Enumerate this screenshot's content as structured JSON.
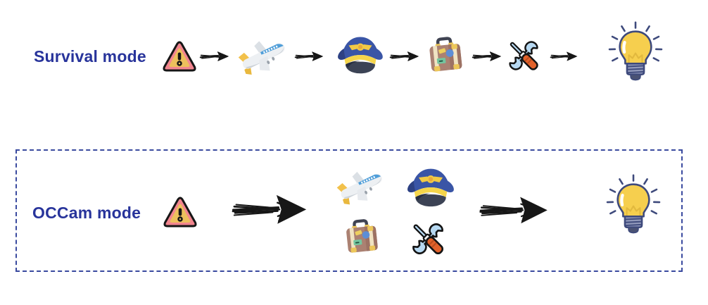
{
  "rows": [
    {
      "id": "survival-mode",
      "label": "Survival mode",
      "boxed": false,
      "sequence": [
        "warning-icon",
        "sketch-arrow-icon",
        "airplane-icon",
        "sketch-arrow-icon",
        "pilot-cap-icon",
        "sketch-arrow-icon",
        "suitcase-icon",
        "sketch-arrow-icon",
        "tools-icon",
        "sketch-arrow-icon",
        "lightbulb-icon"
      ]
    },
    {
      "id": "occam-mode",
      "label": "OCCam mode",
      "boxed": true,
      "sequence": [
        "warning-icon",
        "big-sketch-arrow-icon",
        "icon-cluster",
        "big-sketch-arrow-icon",
        "lightbulb-icon"
      ],
      "cluster": [
        "airplane-icon",
        "pilot-cap-icon",
        "suitcase-icon",
        "tools-icon"
      ]
    }
  ],
  "colors": {
    "label": "#28349b",
    "box_border": "#3a4a9f",
    "arrow": "#171717",
    "background": "#ffffff",
    "warning_pink": "#f2858f",
    "warning_amber": "#ecc05c",
    "cap_blue": "#3a55a6",
    "bulb_yellow": "#f6cf4e",
    "bulb_outline": "#3e4a7c",
    "tool_blue": "#b7d9f2",
    "tool_orange": "#e2622b",
    "suitcase_brown": "#ab8172"
  }
}
